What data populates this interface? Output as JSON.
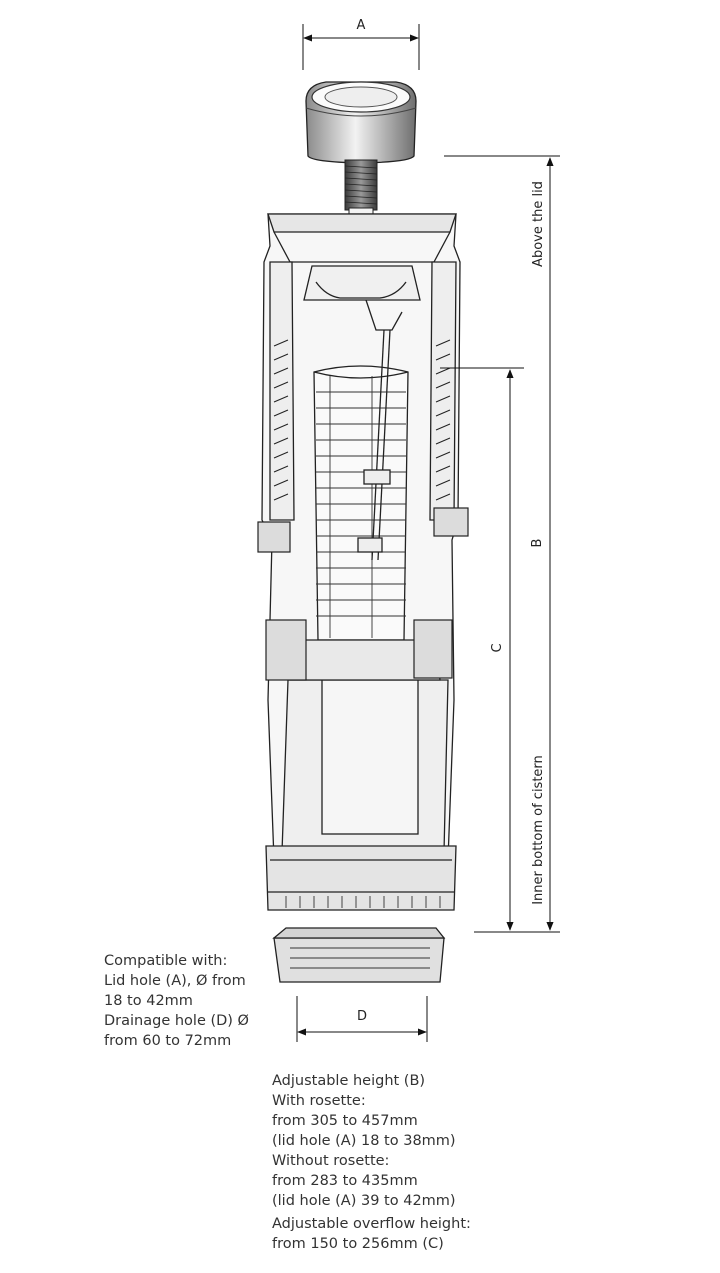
{
  "dimensions": {
    "a": "A",
    "b": "B",
    "c": "C",
    "d": "D",
    "above_lid": "Above the lid",
    "inner_bottom": "Inner bottom of cistern"
  },
  "compatibility": {
    "line1": "Compatible with:",
    "line2": "Lid hole (A), Ø from",
    "line3": "18 to 42mm",
    "line4": "Drainage hole (D) Ø",
    "line5": "from 60 to 72mm"
  },
  "adjustable": {
    "line1": "Adjustable height (B)",
    "line2": "With rosette:",
    "line3": "from 305 to 457mm",
    "line4": "(lid hole (A) 18 to 38mm)",
    "line5": "Without rosette:",
    "line6": "from 283 to 435mm",
    "line7": "(lid hole (A) 39 to 42mm)"
  },
  "overflow": {
    "line1": "Adjustable overflow height:",
    "line2": "from 150 to 256mm (C)"
  }
}
